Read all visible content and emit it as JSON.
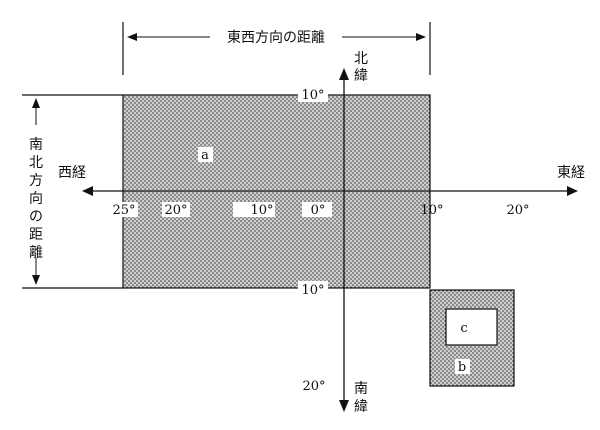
{
  "diagram": {
    "dimension_labels": {
      "east_west_distance": "東西方向の距離",
      "north_south_distance": [
        "南",
        "北",
        "方",
        "向",
        "の",
        "距",
        "離"
      ]
    },
    "axis_labels": {
      "west_longitude": "西経",
      "east_longitude": "東経",
      "north_latitude": [
        "北",
        "緯"
      ],
      "south_latitude": [
        "南",
        "緯"
      ]
    },
    "x_ticks": [
      "25°",
      "20°",
      "10°",
      "0°",
      "10°",
      "20°"
    ],
    "y_ticks": [
      "10°",
      "10°",
      "20°"
    ],
    "regions": {
      "a": "a",
      "b": "b",
      "c": "c"
    },
    "colors": {
      "line": "#111111",
      "fill_base": "#cfcfcf",
      "dot": "#3a3a3a",
      "box_c_fill": "#ffffff"
    }
  }
}
